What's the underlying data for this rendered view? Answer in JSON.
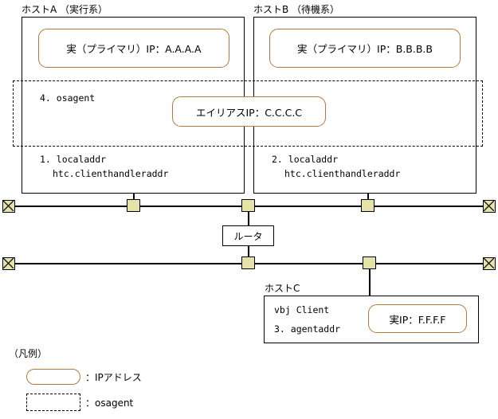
{
  "diagram": {
    "title_visible": false,
    "colors": {
      "ip_bubble_border": "#b5783c",
      "connector_fill": "#e6e3a8",
      "line": "#000000",
      "background": "#ffffff"
    }
  },
  "hosts": {
    "a": {
      "label": "ホストA （実行系）",
      "primary_ip": "実（プライマリ）IP：A.A.A.A",
      "osagent_label": "4. osagent",
      "addr_line1": "1. localaddr",
      "addr_line2": "htc.clienthandleraddr"
    },
    "b": {
      "label": "ホストB （待機系）",
      "primary_ip": "実（プライマリ）IP：B.B.B.B",
      "addr_line1": "2. localaddr",
      "addr_line2": "htc.clienthandleraddr"
    },
    "c": {
      "label": "ホストC",
      "client_line": "vbj Client",
      "addr_line": "3. agentaddr",
      "real_ip": "実IP：F.F.F.F"
    }
  },
  "alias": {
    "label": "エイリアスIP：C.C.C.C"
  },
  "router": {
    "label": "ルータ"
  },
  "legend": {
    "title": "（凡例）",
    "items": [
      {
        "shape": "rounded-bubble",
        "text": "：IPアドレス"
      },
      {
        "shape": "dashed-rect",
        "text": "：osagent"
      }
    ]
  },
  "network": {
    "top_bus": {
      "terminator_left": "x-terminator",
      "terminator_right": "x-terminator",
      "connectors": [
        "host-a-tap",
        "router-top-tap",
        "host-b-tap"
      ]
    },
    "bottom_bus": {
      "terminator_left": "x-terminator",
      "terminator_right": "x-terminator",
      "connectors": [
        "router-bottom-tap",
        "host-c-tap"
      ]
    }
  }
}
